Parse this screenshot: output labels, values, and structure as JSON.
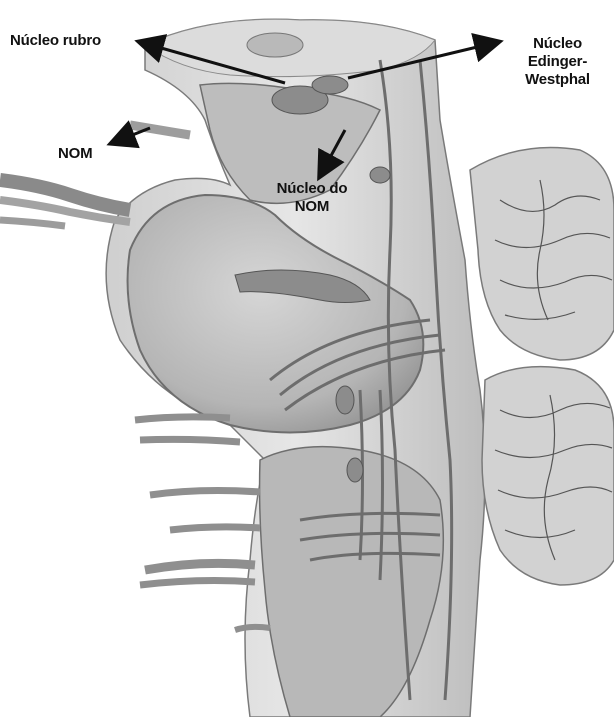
{
  "labels": {
    "nucleo_rubro": "Núcleo rubro",
    "nom": "NOM",
    "nucleo_do_nom_line1": "Núcleo do",
    "nucleo_do_nom_line2": "NOM",
    "edinger_line1": "Núcleo",
    "edinger_line2": "Edinger-",
    "edinger_line3": "Westphal"
  },
  "colors": {
    "background": "#ffffff",
    "label_text": "#111111",
    "arrow": "#111111",
    "tissue_light": "#e4e4e4",
    "tissue_mid": "#bdbdbd",
    "tissue_dark": "#6f6f6f"
  }
}
